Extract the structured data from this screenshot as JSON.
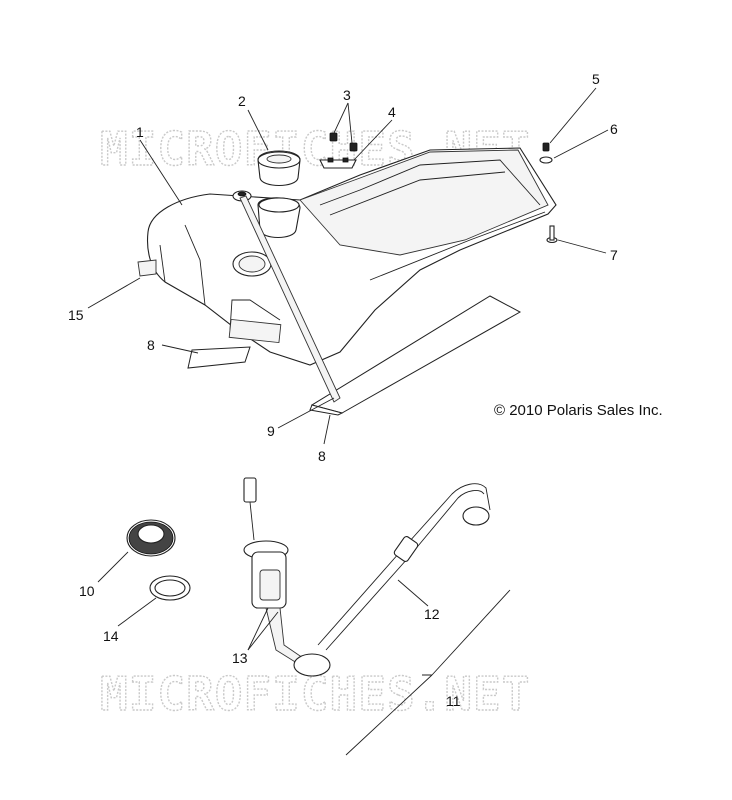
{
  "watermarks": [
    "MICROFICHES.NET",
    "MICROFICHES.NET"
  ],
  "copyright": "© 2010 Polaris Sales Inc.",
  "callouts": [
    "1",
    "2",
    "3",
    "4",
    "5",
    "6",
    "7",
    "8",
    "8",
    "9",
    "10",
    "11",
    "12",
    "13",
    "14",
    "15"
  ]
}
